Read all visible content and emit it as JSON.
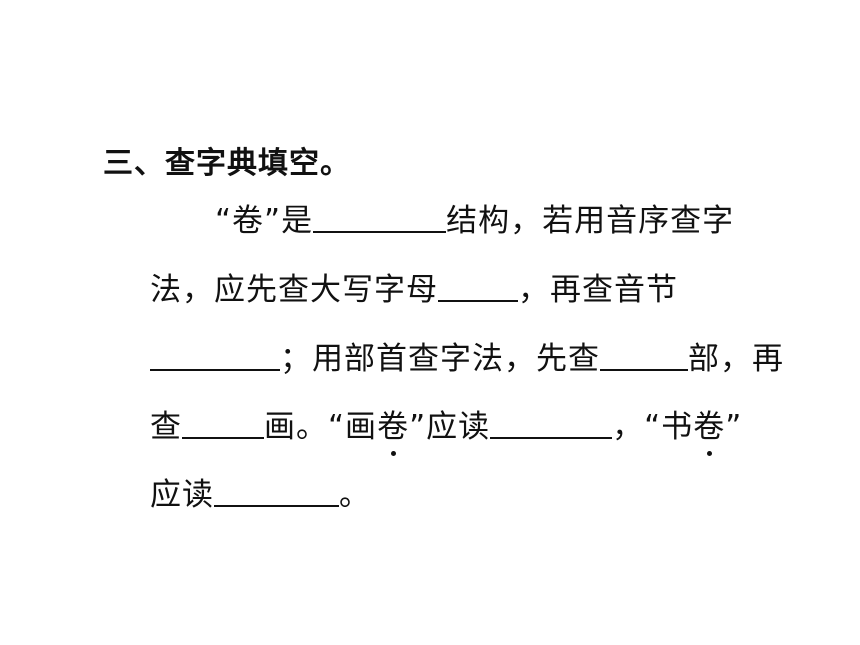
{
  "section": {
    "heading": "三、查字典填空。"
  },
  "question": {
    "line1": {
      "a": "“卷”是",
      "b": "结构，若用音序查字"
    },
    "line2": {
      "a": "法，应先查大写字母",
      "b": "，再查音节"
    },
    "line3": {
      "a": "；用部首查字法，先查",
      "b": "部，再"
    },
    "line4": {
      "a": "查",
      "b": "画。“画",
      "c": "卷",
      "d": "”应读",
      "e": "，“书",
      "f": "卷",
      "g": "”"
    },
    "line5": {
      "a": "应读",
      "b": "。"
    }
  }
}
